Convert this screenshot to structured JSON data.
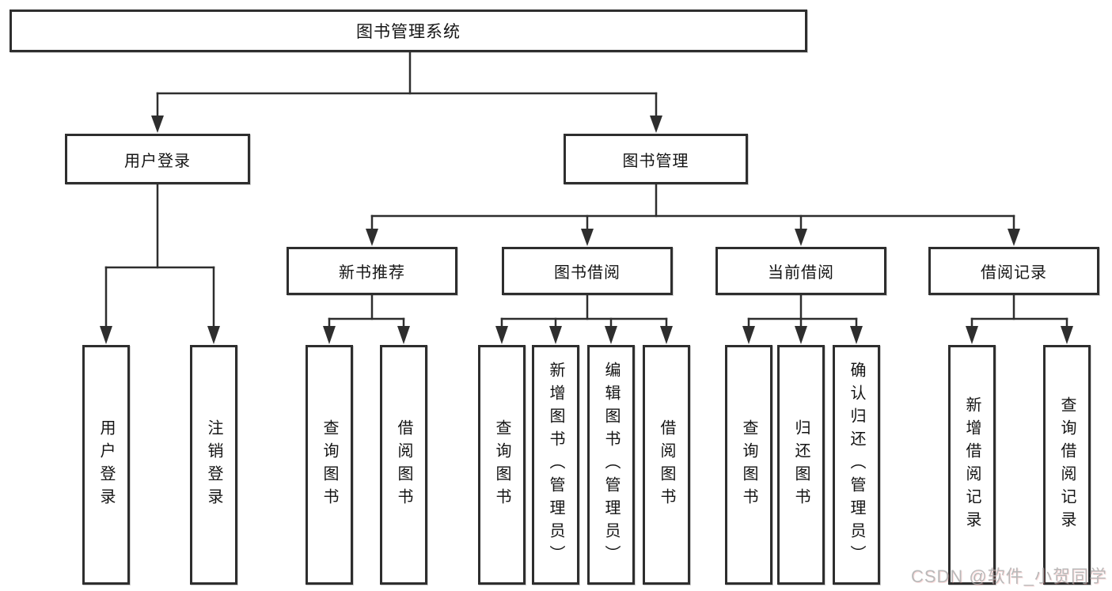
{
  "colors": {
    "line": "#2e2e2e",
    "text": "#141414",
    "background": "#ffffff",
    "watermark": "#a8a8a8"
  },
  "watermark": {
    "text": "CSDN @软件_小贺同学"
  },
  "tree": {
    "root": {
      "label": "图书管理系统"
    },
    "branches": [
      {
        "label": "用户登录",
        "children": [
          {
            "label": "用户登录"
          },
          {
            "label": "注销登录"
          }
        ]
      },
      {
        "label": "图书管理",
        "children": [
          {
            "label": "新书推荐",
            "children": [
              {
                "label": "查询图书"
              },
              {
                "label": "借阅图书"
              }
            ]
          },
          {
            "label": "图书借阅",
            "children": [
              {
                "label": "查询图书"
              },
              {
                "label": "新增图书（管理员）"
              },
              {
                "label": "编辑图书（管理员）"
              },
              {
                "label": "借阅图书"
              }
            ]
          },
          {
            "label": "当前借阅",
            "children": [
              {
                "label": "查询图书"
              },
              {
                "label": "归还图书"
              },
              {
                "label": "确认归还（管理员）"
              }
            ]
          },
          {
            "label": "借阅记录",
            "children": [
              {
                "label": "新增借阅记录"
              },
              {
                "label": "查询借阅记录"
              }
            ]
          }
        ]
      }
    ]
  }
}
